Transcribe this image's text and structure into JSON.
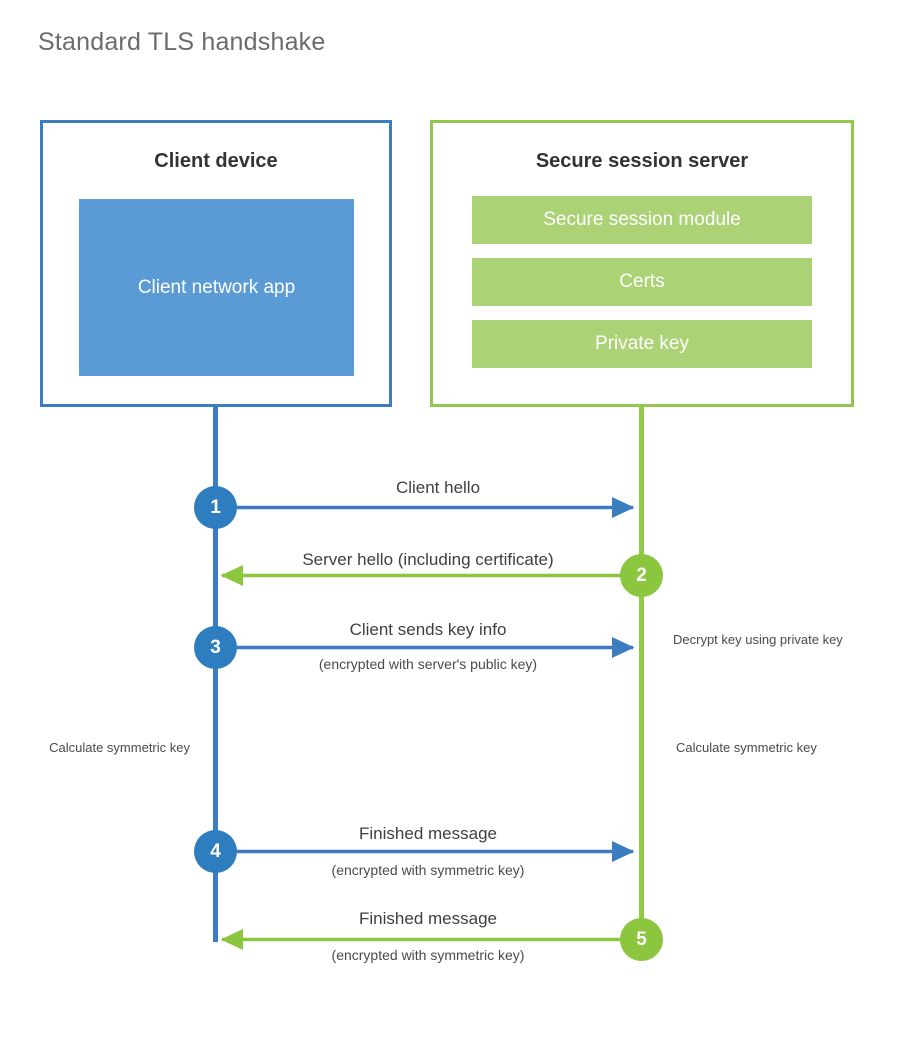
{
  "page": {
    "title": "Standard TLS handshake"
  },
  "colors": {
    "client_accent": "#3b7dbf",
    "client_circle": "#2e7ebf",
    "client_app_fill": "#5b9bd5",
    "server_accent": "#92c84b",
    "server_circle": "#8cc63f",
    "server_bar_fill": "#abd275",
    "title_text": "#6b6b6b",
    "body_text": "#3f3f3f",
    "background": "#ffffff"
  },
  "client": {
    "title": "Client device",
    "app_label": "Client network app"
  },
  "server": {
    "title": "Secure session server",
    "components": [
      {
        "label": "Secure session module"
      },
      {
        "label": "Certs"
      },
      {
        "label": "Private key"
      }
    ]
  },
  "steps": [
    {
      "number": "1",
      "label": "Client hello",
      "sublabel": "",
      "direction": "client-to-server",
      "origin": "client"
    },
    {
      "number": "2",
      "label": "Server hello (including certificate)",
      "sublabel": "",
      "direction": "server-to-client",
      "origin": "server"
    },
    {
      "number": "3",
      "label": "Client sends key info",
      "sublabel": "(encrypted with server's public key)",
      "direction": "client-to-server",
      "origin": "client"
    },
    {
      "number": "4",
      "label": "Finished message",
      "sublabel": "(encrypted with symmetric key)",
      "direction": "client-to-server",
      "origin": "client"
    },
    {
      "number": "5",
      "label": "Finished message",
      "sublabel": "(encrypted with symmetric key)",
      "direction": "server-to-client",
      "origin": "server"
    }
  ],
  "annotations": {
    "server_decrypt": "Decrypt key using private key",
    "client_calculate": "Calculate symmetric key",
    "server_calculate": "Calculate symmetric key"
  }
}
